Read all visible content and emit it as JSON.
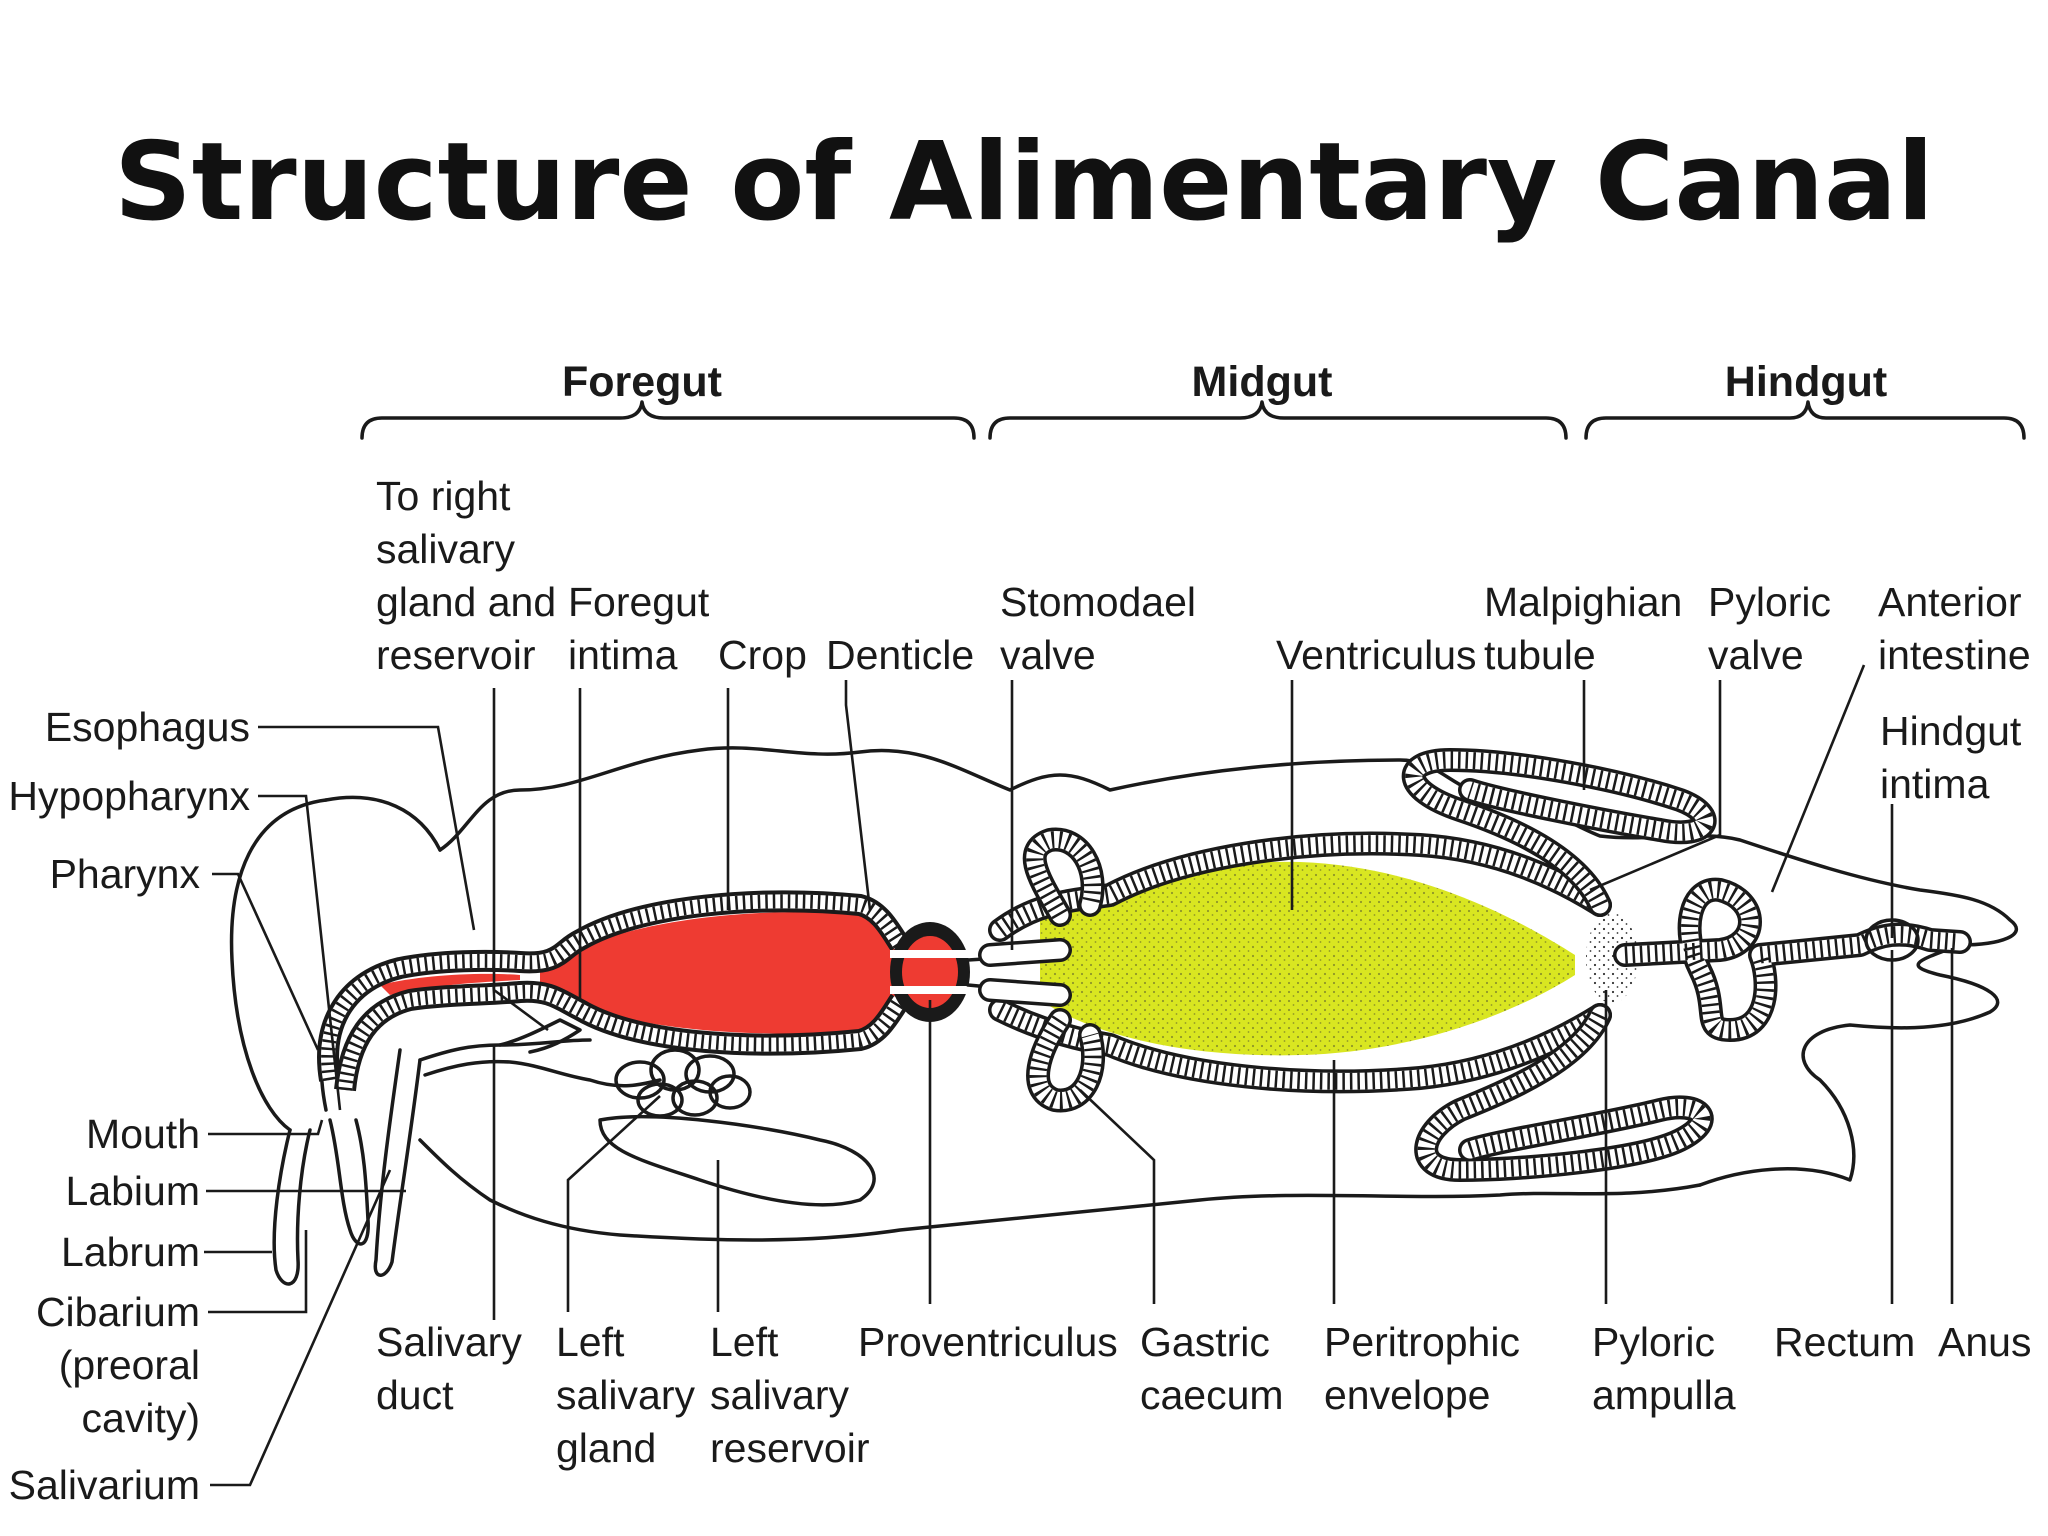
{
  "title": "Structure of Alimentary Canal",
  "sections": {
    "foregut": "Foregut",
    "midgut": "Midgut",
    "hindgut": "Hindgut"
  },
  "colors": {
    "foregut_fill": "#ee3b32",
    "midgut_fill": "#d9e621",
    "outline": "#1a1a1a",
    "background": "#ffffff"
  },
  "labels": {
    "esophagus": "Esophagus",
    "hypopharynx": "Hypopharynx",
    "pharynx": "Pharynx",
    "mouth": "Mouth",
    "labium": "Labium",
    "labrum": "Labrum",
    "cibarium": [
      "Cibarium",
      "(preoral",
      "cavity)"
    ],
    "salivarium": "Salivarium",
    "to_right_salivary": [
      "To right",
      "salivary",
      "gland and",
      "reservoir"
    ],
    "foregut_intima": [
      "Foregut",
      "intima"
    ],
    "crop": "Crop",
    "denticle": "Denticle",
    "stomodael_valve": [
      "Stomodael",
      "valve"
    ],
    "ventriculus": "Ventriculus",
    "malpighian_tubule": [
      "Malpighian",
      "tubule"
    ],
    "pyloric_valve": [
      "Pyloric",
      "valve"
    ],
    "anterior_intestine": [
      "Anterior",
      "intestine"
    ],
    "hindgut_intima": [
      "Hindgut",
      "intima"
    ],
    "salivary_duct": [
      "Salivary",
      "duct"
    ],
    "left_salivary_gland": [
      "Left",
      "salivary",
      "gland"
    ],
    "left_salivary_reservoir": [
      "Left",
      "salivary",
      "reservoir"
    ],
    "proventriculus": "Proventriculus",
    "gastric_caecum": [
      "Gastric",
      "caecum"
    ],
    "peritrophic_envelope": [
      "Peritrophic",
      "envelope"
    ],
    "pyloric_ampulla": [
      "Pyloric",
      "ampulla"
    ],
    "rectum": "Rectum",
    "anus": "Anus"
  }
}
